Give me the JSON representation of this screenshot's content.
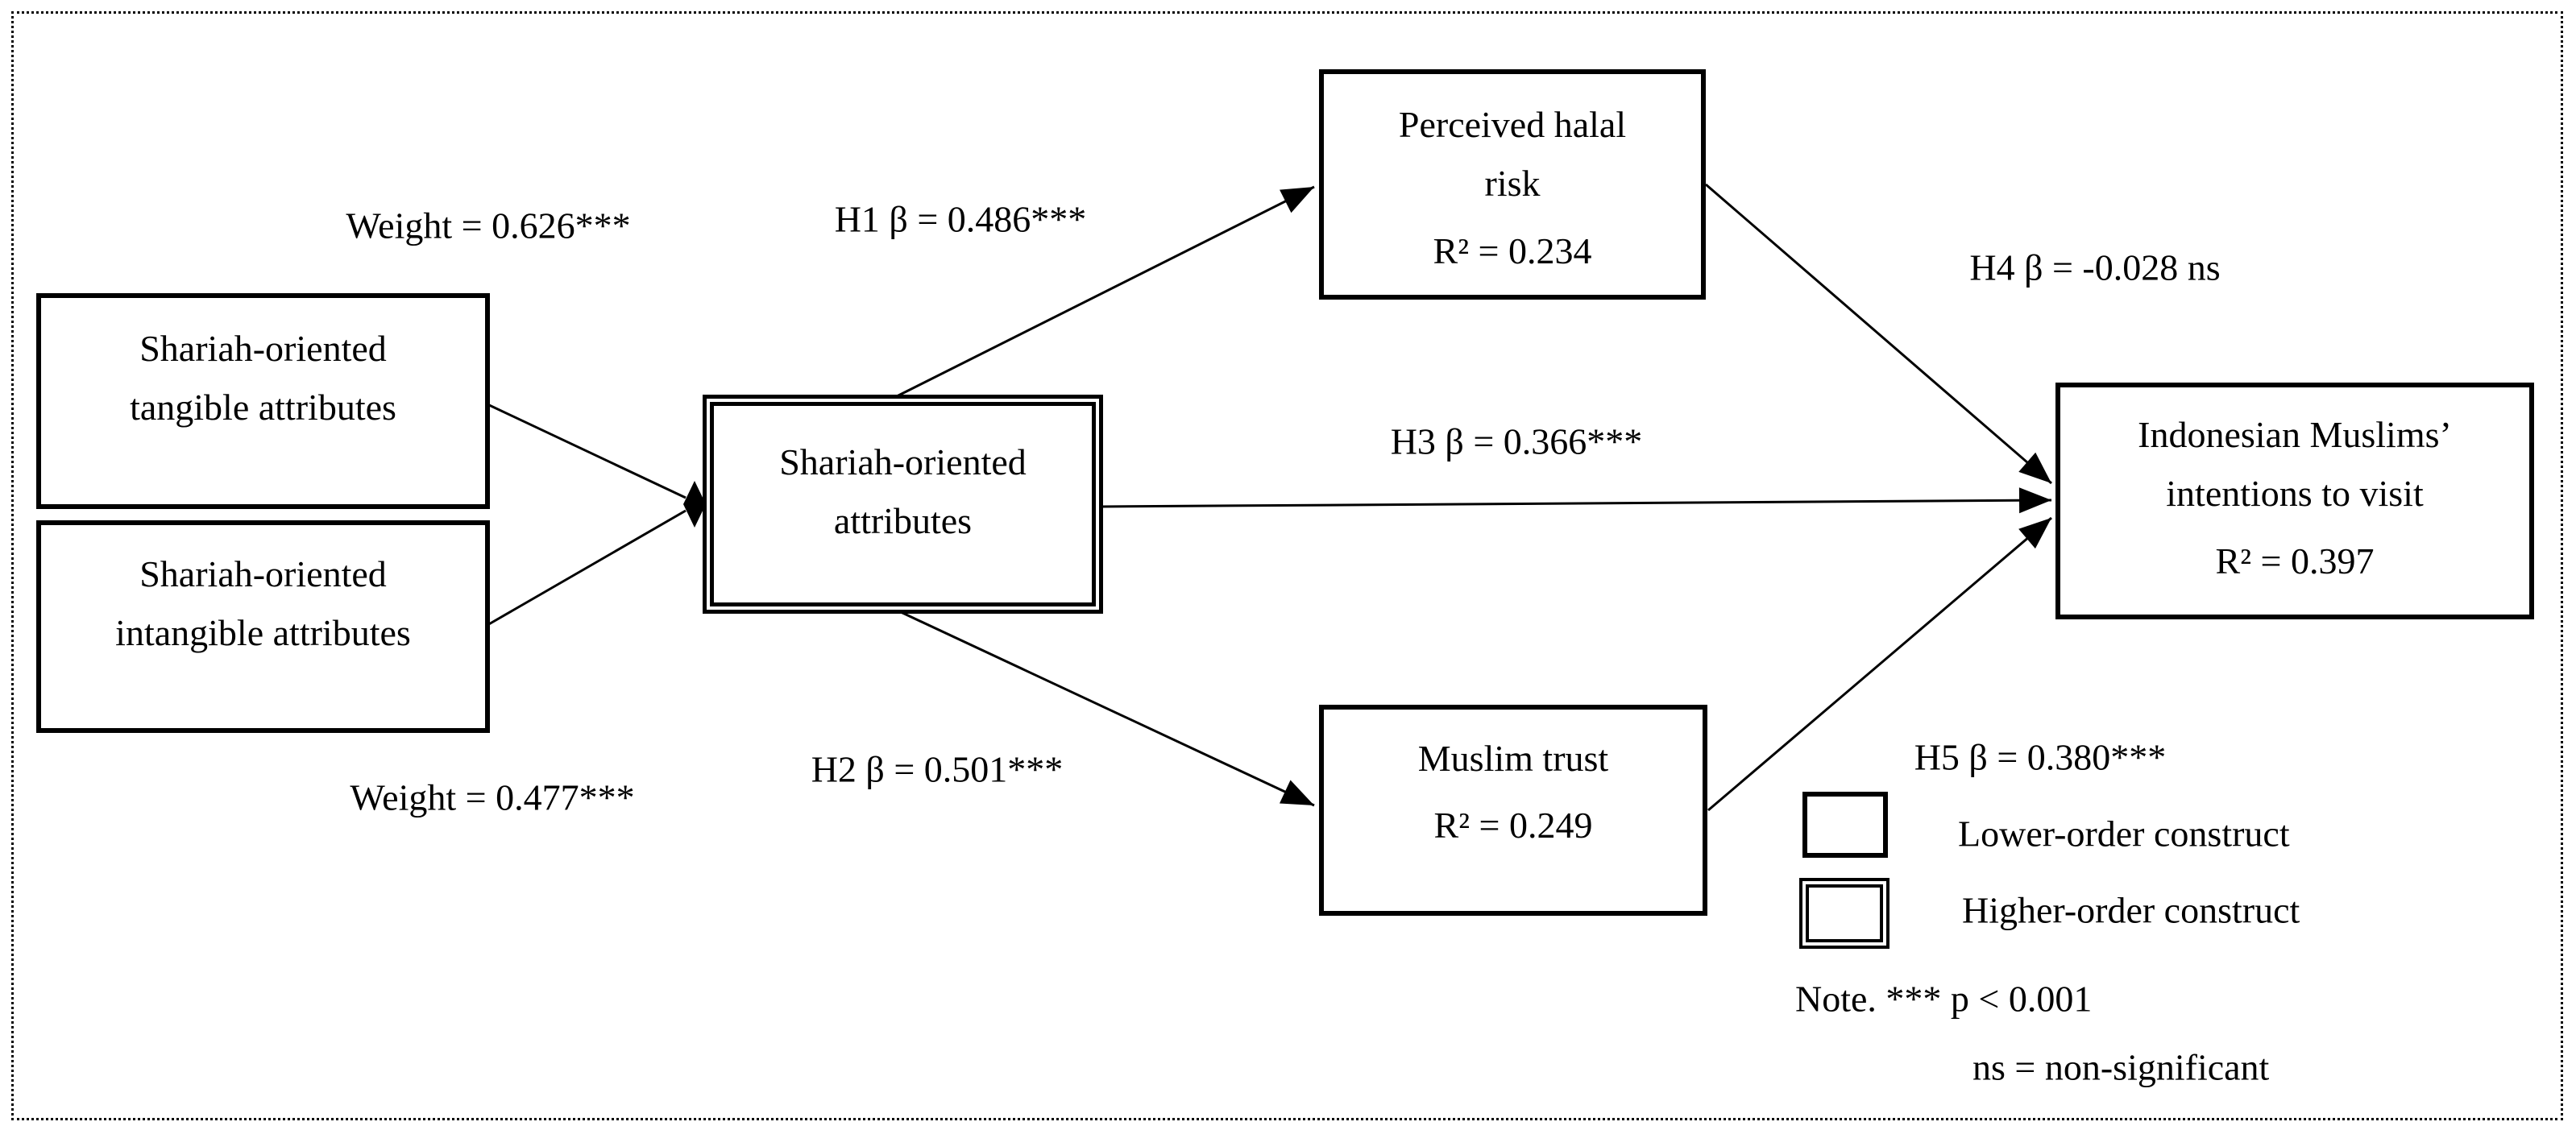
{
  "figure": {
    "kind": "pls-sem-path-model",
    "colors": {
      "line": "#000000",
      "background": "#ffffff",
      "text": "#000000"
    }
  },
  "nodes": {
    "tangible": {
      "line1": "Shariah-oriented",
      "line2": "tangible attributes"
    },
    "intangible": {
      "line1": "Shariah-oriented",
      "line2": "intangible attributes"
    },
    "shariah": {
      "line1": "Shariah-oriented",
      "line2": "attributes"
    },
    "halal_risk": {
      "line1": "Perceived halal",
      "line2": "risk",
      "r2": "R² = 0.234"
    },
    "muslim_trust": {
      "line1": "Muslim trust",
      "r2": "R² = 0.249"
    },
    "intentions": {
      "line1": "Indonesian Muslims’",
      "line2": "intentions to visit",
      "r2": "R² = 0.397"
    }
  },
  "path_labels": {
    "weight_tangible": "Weight = 0.626***",
    "weight_intangible": "Weight = 0.477***",
    "h1": "H1 β = 0.486***",
    "h2": "H2 β = 0.501***",
    "h3": "H3 β = 0.366***",
    "h4": "H4 β = -0.028 ns",
    "h5": "H5 β = 0.380***"
  },
  "legend": {
    "lower": "Lower-order construct",
    "higher": "Higher-order construct"
  },
  "notes": {
    "significance": "Note. *** p < 0.001",
    "ns": "ns = non-significant"
  }
}
